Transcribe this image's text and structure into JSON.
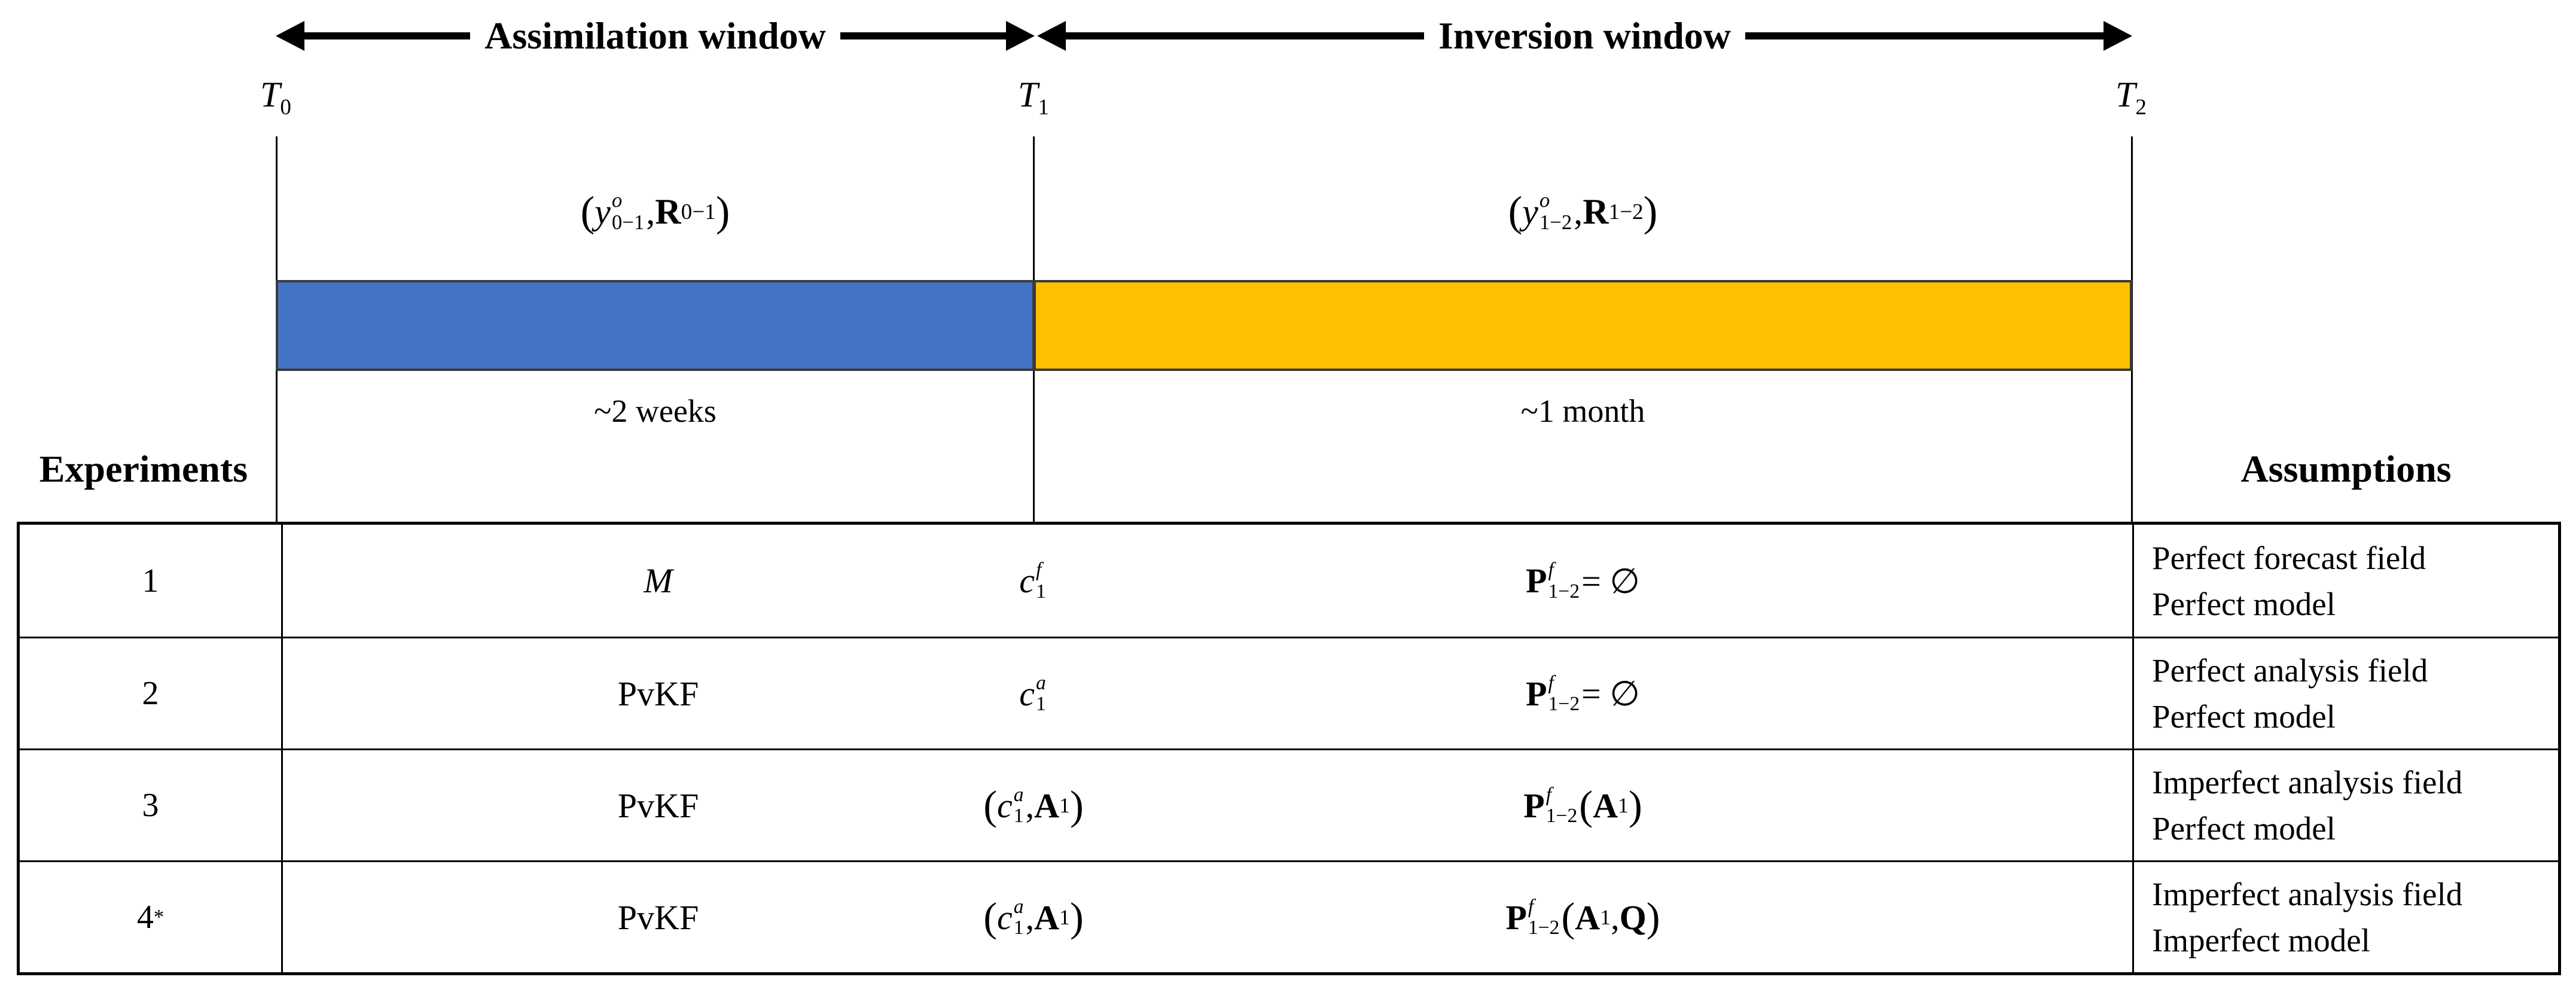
{
  "colors": {
    "assimilation_bar": "#4472C4",
    "inversion_bar": "#FFC000",
    "bar_outline": "#3a3a3a",
    "line": "#000000",
    "text": "#000000",
    "background": "#ffffff"
  },
  "timeline": {
    "assimilation_window_label": "Assimilation window",
    "inversion_window_label": "Inversion window",
    "t0_html": "<i>T</i><sub>0</sub>",
    "t1_html": "<i>T</i><sub>1</sub>",
    "t2_html": "<i>T</i><sub>2</sub>",
    "assimilation_obs_html": "<span class=\"par\">(</span><i>y</i><span class=\"ss\"><span class=\"u\"><i>o</i></span><span class=\"d\">0−1</span></span>, <b>R</b><sub>0−1</sub><span class=\"par\">)</span>",
    "inversion_obs_html": "<span class=\"par\">(</span><i>y</i><span class=\"ss\"><span class=\"u\"><i>o</i></span><span class=\"d\">1−2</span></span>, <b>R</b><sub>1−2</sub><span class=\"par\">)</span>",
    "assimilation_duration_label": "~2 weeks",
    "inversion_duration_label": "~1 month"
  },
  "table": {
    "experiments_header": "Experiments",
    "assumptions_header": "Assumptions",
    "rows": [
      {
        "experiment_html": "1",
        "assimilation_method_html": "<i>M</i>",
        "initial_condition_html": "<i>c</i><span class=\"ss\"><span class=\"u\"><i>f</i></span><span class=\"d\">1</span></span>",
        "inversion_term_html": "<b>P</b><span class=\"ss\"><span class=\"u\"><i>f</i></span><span class=\"d\">1−2</span></span> = ∅",
        "assumption_line1": "Perfect forecast field",
        "assumption_line2": "Perfect model"
      },
      {
        "experiment_html": "2",
        "assimilation_method_html": "PvKF",
        "initial_condition_html": "<i>c</i><span class=\"ss\"><span class=\"u\"><i>a</i></span><span class=\"d\">1</span></span>",
        "inversion_term_html": "<b>P</b><span class=\"ss\"><span class=\"u\"><i>f</i></span><span class=\"d\">1−2</span></span> = ∅",
        "assumption_line1": "Perfect analysis field",
        "assumption_line2": "Perfect model"
      },
      {
        "experiment_html": "3",
        "assimilation_method_html": "PvKF",
        "initial_condition_html": "<span class=\"par\">(</span><i>c</i><span class=\"ss\"><span class=\"u\"><i>a</i></span><span class=\"d\">1</span></span>, <b>A</b><sub>1</sub><span class=\"par\">)</span>",
        "inversion_term_html": "<b>P</b><span class=\"ss\"><span class=\"u\"><i>f</i></span><span class=\"d\">1−2</span></span><span class=\"par\">(</span><b>A</b><sub>1</sub><span class=\"par\">)</span>",
        "assumption_line1": "Imperfect analysis field",
        "assumption_line2": "Perfect model"
      },
      {
        "experiment_html": "4<sup>*</sup>",
        "assimilation_method_html": "PvKF",
        "initial_condition_html": "<span class=\"par\">(</span><i>c</i><span class=\"ss\"><span class=\"u\"><i>a</i></span><span class=\"d\">1</span></span>, <b>A</b><sub>1</sub><span class=\"par\">)</span>",
        "inversion_term_html": "<b>P</b><span class=\"ss\"><span class=\"u\"><i>f</i></span><span class=\"d\">1−2</span></span><span class=\"par\">(</span><b>A</b><sub>1</sub>, <b>Q</b><span class=\"par\">)</span>",
        "assumption_line1": "Imperfect analysis field",
        "assumption_line2": "Imperfect model"
      }
    ]
  }
}
